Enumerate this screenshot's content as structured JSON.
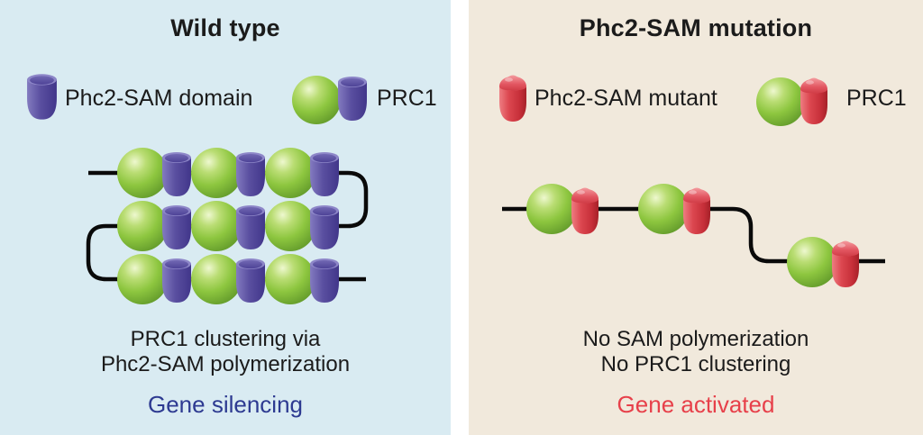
{
  "colors": {
    "left_bg": "#d9ebf2",
    "right_bg": "#f1e9dc",
    "title": "#1b1b1b",
    "body_text": "#1b1b1b",
    "silencing": "#2d3a91",
    "activated": "#e7404a",
    "sphere_green": "#8dc63f",
    "sam_purple": "#564b9e",
    "mutant_red": "#d63b45",
    "dna_line": "#0a0a0a"
  },
  "left_panel": {
    "title": "Wild type",
    "legend": [
      {
        "icon": "sam-domain-icon",
        "label": "Phc2-SAM domain"
      },
      {
        "icon": "prc1-icon",
        "label": "PRC1"
      }
    ],
    "caption_line1": "PRC1 clustering via",
    "caption_line2": "Phc2-SAM polymerization",
    "status": "Gene silencing"
  },
  "right_panel": {
    "title": "Phc2-SAM mutation",
    "legend": [
      {
        "icon": "sam-mutant-icon",
        "label": "Phc2-SAM mutant"
      },
      {
        "icon": "prc1-mutant-icon",
        "label": "PRC1"
      }
    ],
    "caption_line1": "No SAM polymerization",
    "caption_line2": "No PRC1 clustering",
    "status": "Gene activated"
  }
}
